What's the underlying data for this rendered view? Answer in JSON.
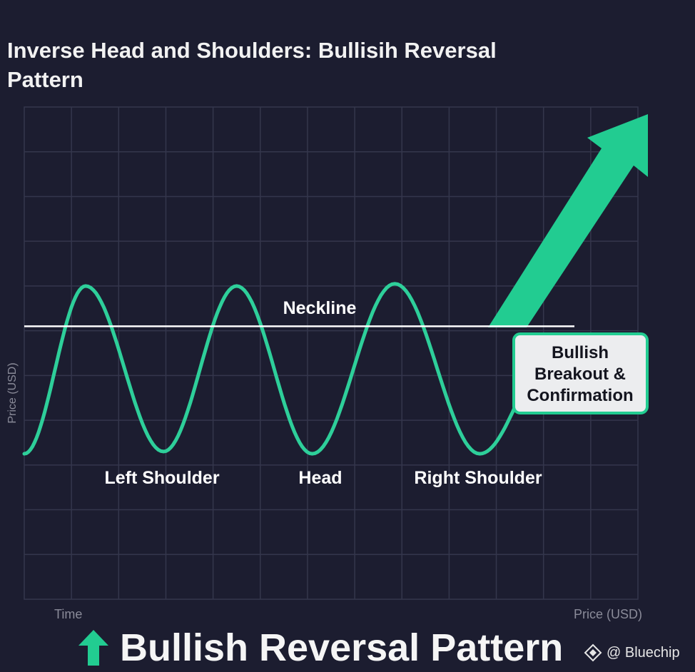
{
  "chart_data": {
    "type": "line",
    "title": "Inverse Head and Shoulders: Bullisih Reversal Pattern",
    "xlabel": "Time",
    "ylabel": "Price (USD)",
    "x_end_label": "Price (USD)",
    "grid": true,
    "series": [
      {
        "x": [
          0,
          1.3,
          2.95,
          4.5,
          6.1,
          7.85,
          9.65,
          11.25
        ],
        "y": [
          3.25,
          7.0,
          3.3,
          7.0,
          3.25,
          7.05,
          3.25,
          5.6
        ]
      }
    ],
    "neckline": {
      "label": "Neckline",
      "y": 6.1
    },
    "annotations": {
      "left_shoulder": "Left Shoulder",
      "head": "Head",
      "right_shoulder": "Right Shoulder",
      "breakout": [
        "Bullish",
        "Breakout &",
        "Confirmation"
      ]
    },
    "colors": {
      "line": "#2ecf9a",
      "arrow": "#22cc91",
      "neckline": "#ffffff",
      "grid": "#34364c",
      "background": "#1c1d30"
    }
  },
  "footer": {
    "text": "Bullish Reversal Pattern",
    "arrow_icon": "up-arrow-icon"
  },
  "watermark": {
    "text": "@ Bluechip",
    "icon": "bluechip-logo-icon"
  }
}
